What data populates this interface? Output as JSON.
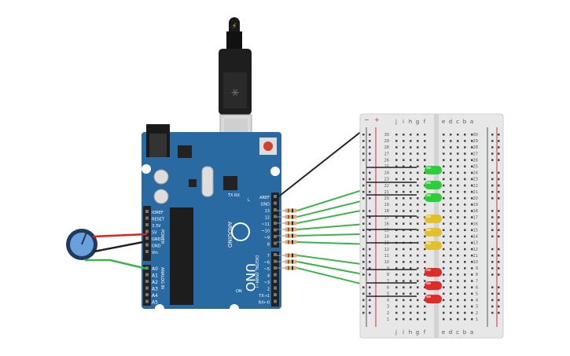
{
  "board": {
    "brand": "ARDUINO",
    "model": "UNO",
    "on_label": "ON",
    "power_label": "POWER",
    "analog_label": "ANALOG IN",
    "digital_label": "DIGITAL (PWM~)",
    "tx_label": "TX",
    "rx_label": "RX",
    "l_label": "L",
    "power_pins": [
      "IOREF",
      "RESET",
      "3.3V",
      "5V",
      "GND",
      "GND",
      "Vin"
    ],
    "analog_pins": [
      "A0",
      "A1",
      "A2",
      "A3",
      "A4",
      "A5"
    ],
    "digital_upper": [
      "AREF",
      "GND",
      "13",
      "12",
      "~11",
      "~10",
      "~9",
      "8"
    ],
    "digital_lower": [
      "7",
      "~6",
      "~5",
      "4",
      "~3",
      "2",
      "TX→1",
      "RX←0"
    ]
  },
  "breadboard": {
    "col_labels_top": [
      "j",
      "i",
      "h",
      "g",
      "f",
      "e",
      "d",
      "c",
      "b",
      "a"
    ],
    "rows": [
      "30",
      "29",
      "28",
      "27",
      "26",
      "25",
      "24",
      "23",
      "22",
      "21",
      "20",
      "19",
      "18",
      "17",
      "16",
      "15",
      "14",
      "13",
      "12",
      "11",
      "10",
      "9",
      "8",
      "7",
      "6",
      "5",
      "4",
      "3",
      "2",
      "1"
    ],
    "minus": "−",
    "plus": "+"
  },
  "leds": {
    "green": "#2fcc3b",
    "yellow": "#e4c02a",
    "red": "#e02b2b"
  },
  "colors": {
    "board": "#2a6aa3",
    "wire_green": "#3cb44b",
    "wire_red": "#e02020",
    "wire_black": "#222222",
    "usb": "#1a1a1a"
  }
}
